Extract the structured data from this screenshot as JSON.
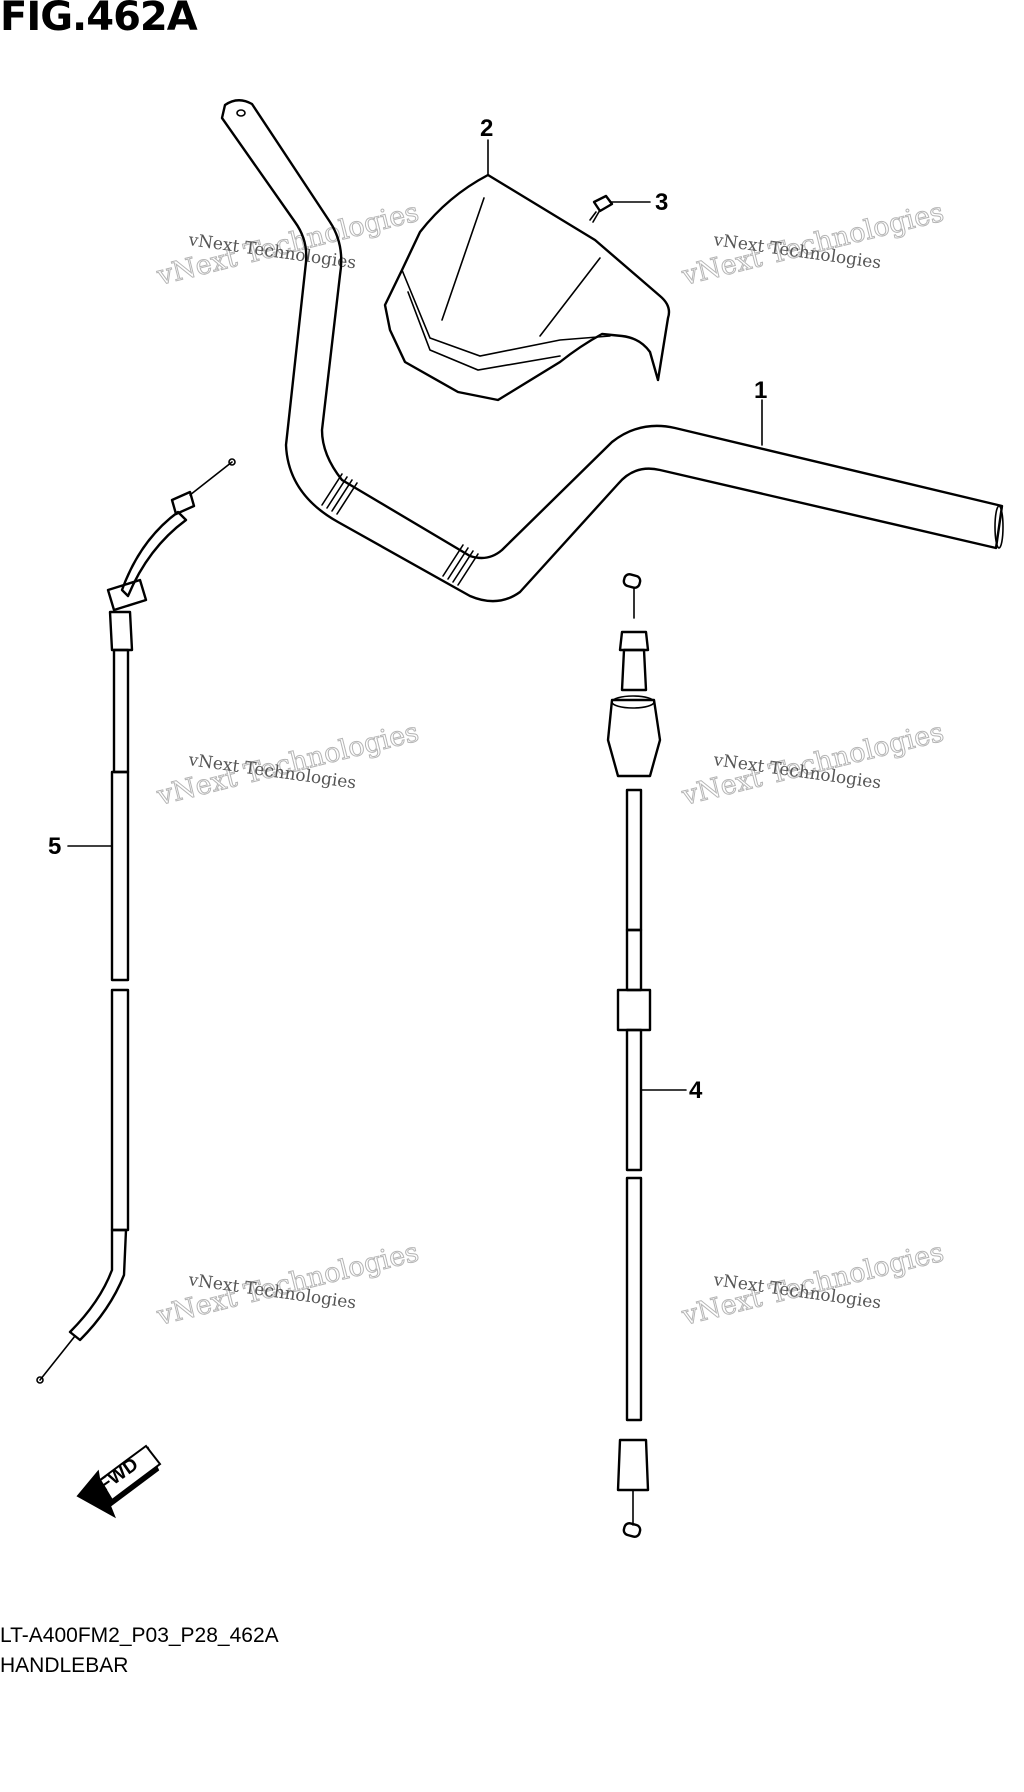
{
  "figure": {
    "title": "FIG.462A",
    "code": "LT-A400FM2_P03_P28_462A",
    "name": "HANDLEBAR"
  },
  "callouts": [
    "1",
    "2",
    "3",
    "4",
    "5"
  ],
  "direction_badge": "FWD",
  "watermark": {
    "line1": "vNext Technologies",
    "line2": "vNext Technologies"
  }
}
